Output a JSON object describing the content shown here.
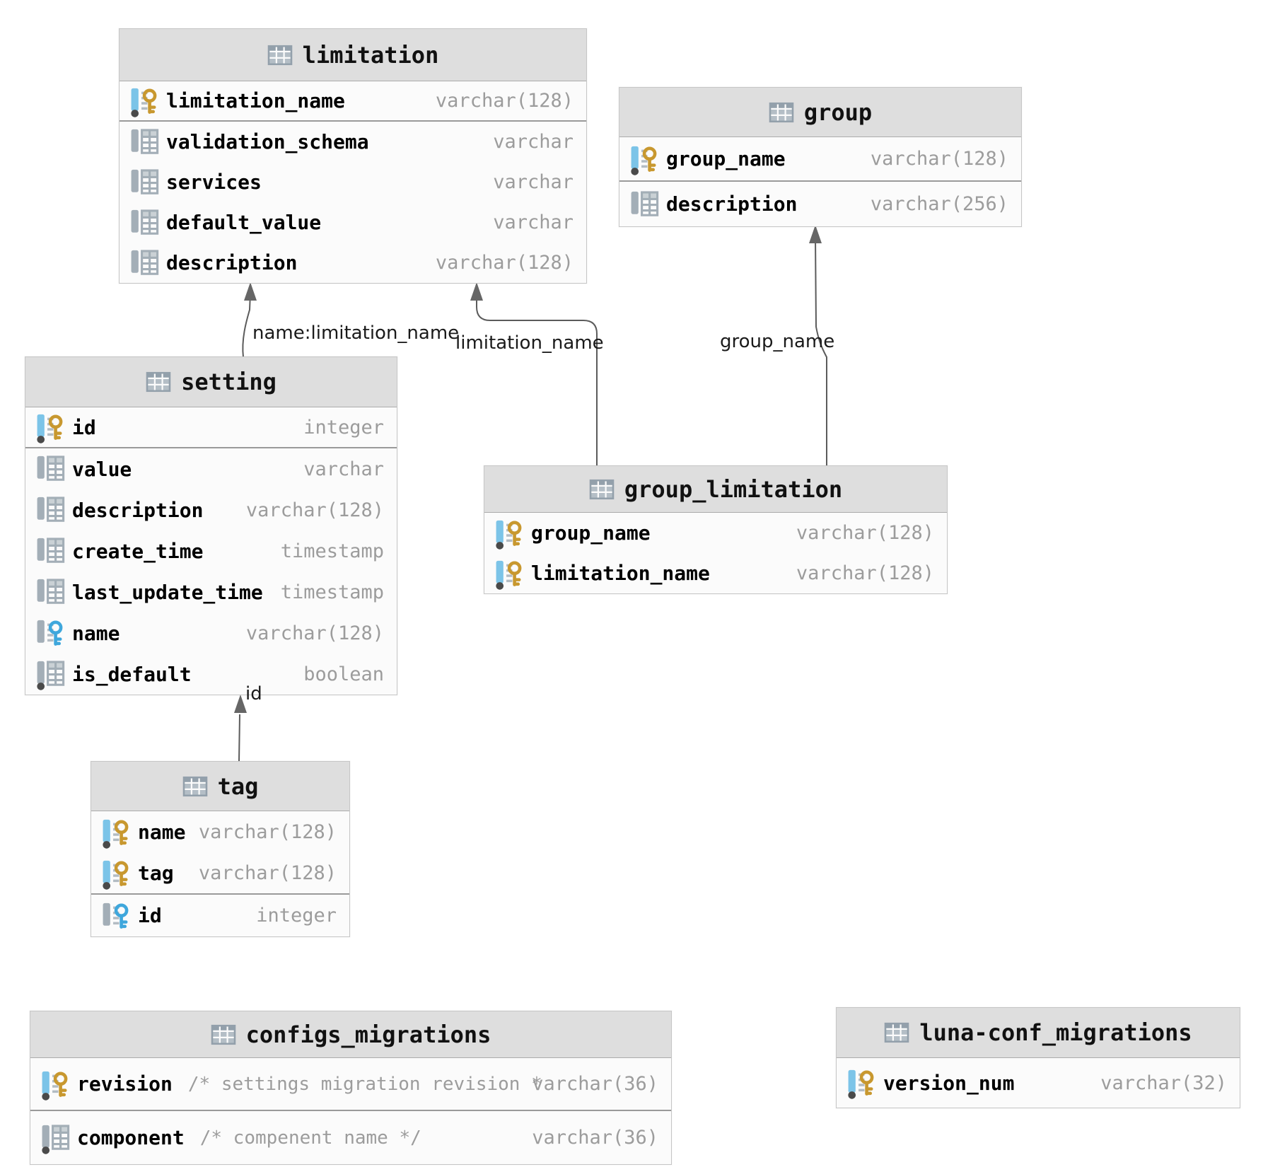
{
  "diagram": {
    "tables": [
      {
        "id": "limitation",
        "title": "limitation",
        "columns": [
          {
            "name": "limitation_name",
            "type": "varchar(128)",
            "icon": "primary-key",
            "key_section_end": true
          },
          {
            "name": "validation_schema",
            "type": "varchar",
            "icon": "column"
          },
          {
            "name": "services",
            "type": "varchar",
            "icon": "column"
          },
          {
            "name": "default_value",
            "type": "varchar",
            "icon": "column"
          },
          {
            "name": "description",
            "type": "varchar(128)",
            "icon": "column"
          }
        ]
      },
      {
        "id": "group",
        "title": "group",
        "columns": [
          {
            "name": "group_name",
            "type": "varchar(128)",
            "icon": "primary-key",
            "key_section_end": true
          },
          {
            "name": "description",
            "type": "varchar(256)",
            "icon": "column"
          }
        ]
      },
      {
        "id": "setting",
        "title": "setting",
        "columns": [
          {
            "name": "id",
            "type": "integer",
            "icon": "primary-key",
            "key_section_end": true
          },
          {
            "name": "value",
            "type": "varchar",
            "icon": "column"
          },
          {
            "name": "description",
            "type": "varchar(128)",
            "icon": "column"
          },
          {
            "name": "create_time",
            "type": "timestamp",
            "icon": "column"
          },
          {
            "name": "last_update_time",
            "type": "timestamp",
            "icon": "column"
          },
          {
            "name": "name",
            "type": "varchar(128)",
            "icon": "foreign-key"
          },
          {
            "name": "is_default",
            "type": "boolean",
            "icon": "not-null-column"
          }
        ]
      },
      {
        "id": "group_limitation",
        "title": "group_limitation",
        "columns": [
          {
            "name": "group_name",
            "type": "varchar(128)",
            "icon": "primary-key"
          },
          {
            "name": "limitation_name",
            "type": "varchar(128)",
            "icon": "primary-key"
          }
        ]
      },
      {
        "id": "tag",
        "title": "tag",
        "columns": [
          {
            "name": "name",
            "type": "varchar(128)",
            "icon": "primary-key"
          },
          {
            "name": "tag",
            "type": "varchar(128)",
            "icon": "primary-key",
            "key_section_end": true
          },
          {
            "name": "id",
            "type": "integer",
            "icon": "foreign-key"
          }
        ]
      },
      {
        "id": "configs_migrations",
        "title": "configs_migrations",
        "columns": [
          {
            "name": "revision",
            "comment": "/* settings migration revision *",
            "type": "varchar(36)",
            "icon": "primary-key",
            "key_section_end": true
          },
          {
            "name": "component",
            "comment": "/* compenent name */",
            "type": "varchar(36)",
            "icon": "not-null-column"
          }
        ]
      },
      {
        "id": "luna-conf_migrations",
        "title": "luna-conf_migrations",
        "columns": [
          {
            "name": "version_num",
            "type": "varchar(32)",
            "icon": "primary-key"
          }
        ]
      }
    ],
    "edges": [
      {
        "label": "name:limitation_name",
        "from": "setting",
        "to": "limitation"
      },
      {
        "label": "limitation_name",
        "from": "group_limitation",
        "to": "limitation"
      },
      {
        "label": "group_name",
        "from": "group_limitation",
        "to": "group"
      },
      {
        "label": "id",
        "from": "tag",
        "to": "setting"
      }
    ],
    "colors": {
      "header_bg": "#DEDEDE",
      "row_bg": "#FBFBFB",
      "table_border": "#C6C6C6",
      "primary_key_gold": "#C8982F",
      "foreign_key_blue": "#3FA7DC",
      "key_column_bar_blue": "#7CC4E8",
      "column_icon_grey": "#A3AEB7",
      "not_null_dot": "#4A4A4A",
      "relation_line": "#5B5B5B",
      "type_text": "#9C9C9C",
      "name_text": "#000000"
    }
  }
}
